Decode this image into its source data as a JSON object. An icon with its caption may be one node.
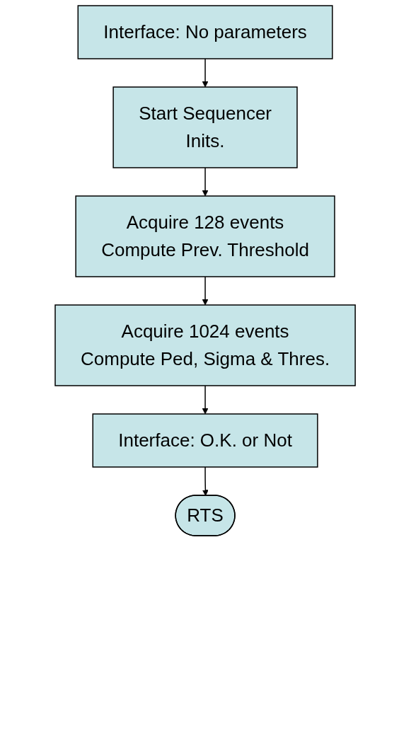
{
  "diagram": {
    "nodes": [
      {
        "text": [
          "Interface: No parameters"
        ]
      },
      {
        "text": [
          "Start Sequencer",
          "Inits."
        ]
      },
      {
        "text": [
          "Acquire 128 events",
          "Compute Prev. Threshold"
        ]
      },
      {
        "text": [
          "Acquire 1024 events",
          "Compute Ped, Sigma & Thres."
        ]
      },
      {
        "text": [
          "Interface: O.K. or Not"
        ]
      },
      {
        "text": [
          "RTS"
        ]
      }
    ],
    "edges": [
      {
        "from": 0,
        "to": 1,
        "arrow": "to"
      },
      {
        "from": 1,
        "to": 2,
        "arrow": "to"
      },
      {
        "from": 2,
        "to": 3,
        "arrow": "to"
      },
      {
        "from": 3,
        "to": 4,
        "arrow": "to"
      },
      {
        "from": 4,
        "to": 5,
        "arrow": "to"
      }
    ]
  }
}
